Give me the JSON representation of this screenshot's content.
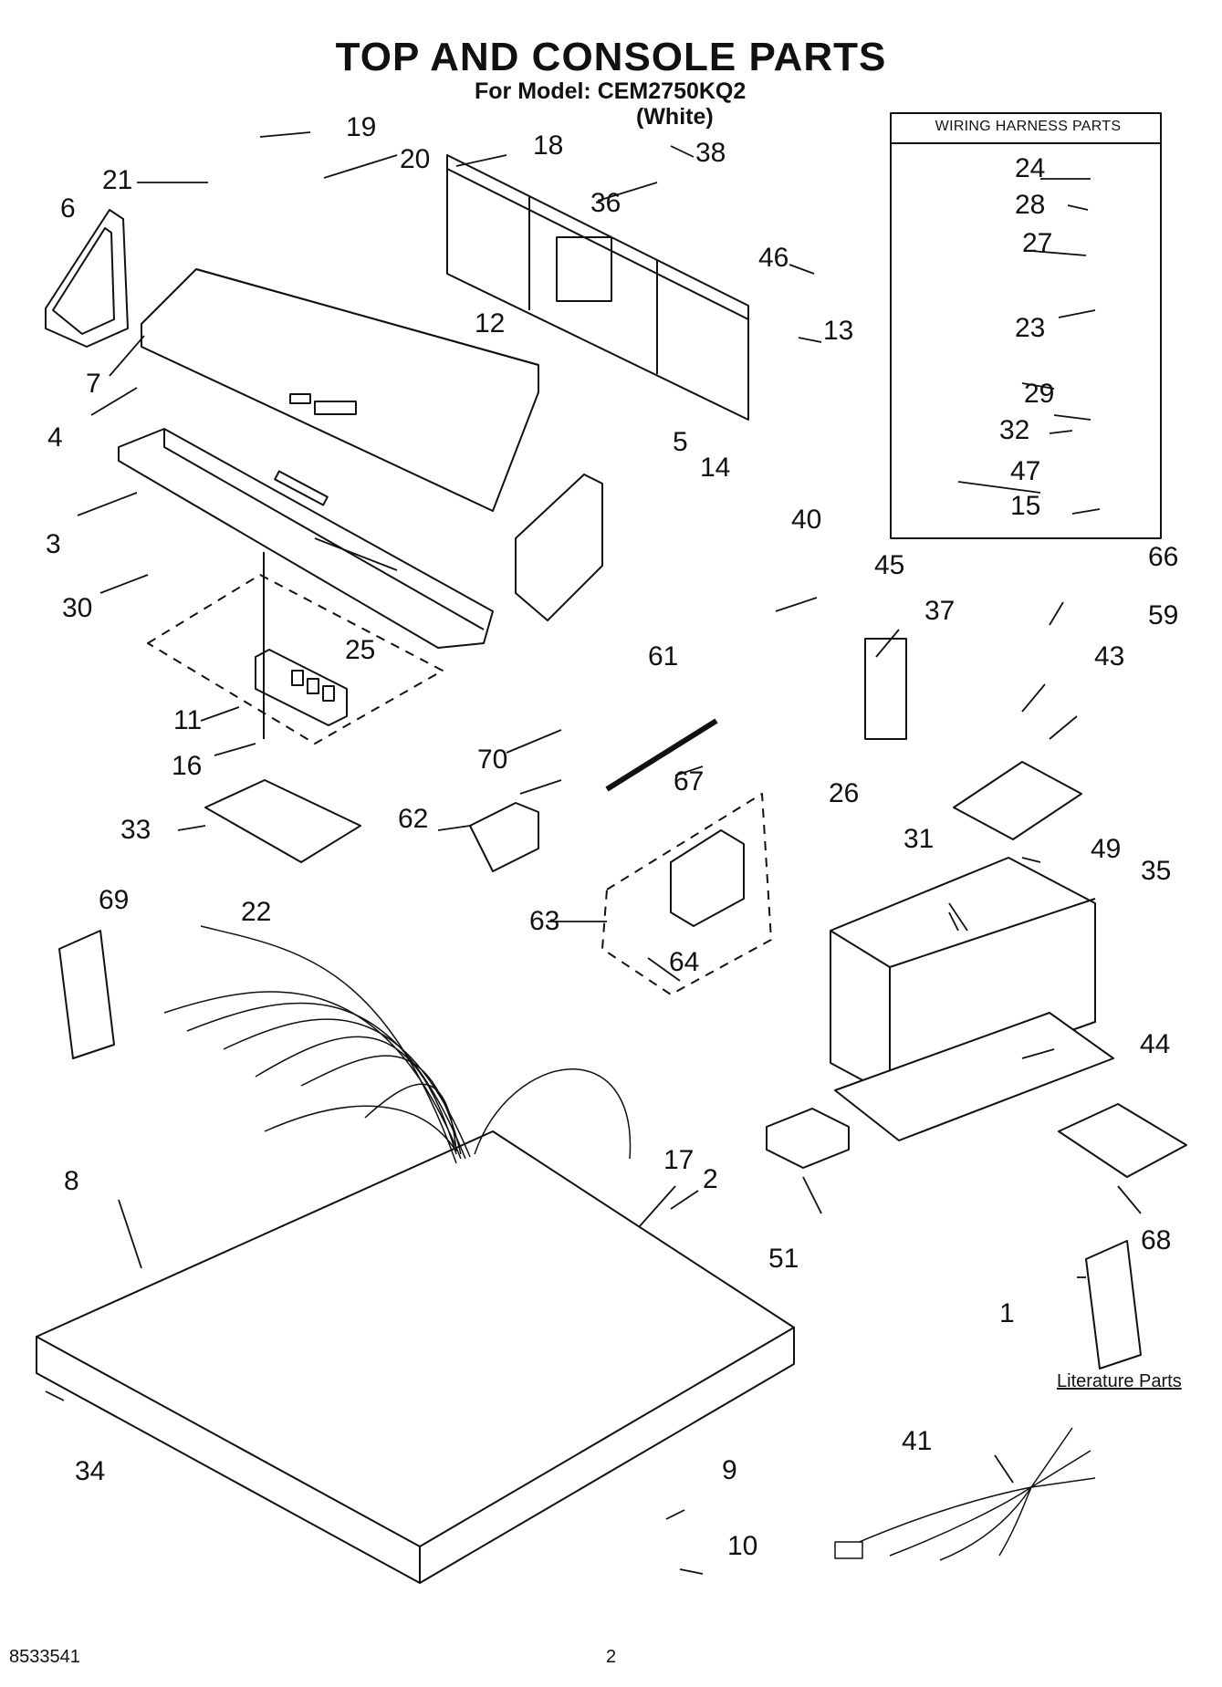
{
  "title": "TOP AND CONSOLE PARTS",
  "model_line": "For Model: CEM2750KQ2",
  "variant": "(White)",
  "wiring_box_title": "WIRING HARNESS PARTS",
  "literature_label": "Literature Parts",
  "footer": {
    "doc_number": "8533541",
    "page_number": "2"
  },
  "callouts": [
    "1",
    "2",
    "3",
    "4",
    "5",
    "6",
    "7",
    "8",
    "9",
    "10",
    "11",
    "12",
    "13",
    "14",
    "15",
    "16",
    "17",
    "18",
    "19",
    "20",
    "21",
    "22",
    "23",
    "24",
    "25",
    "26",
    "27",
    "28",
    "29",
    "30",
    "31",
    "32",
    "33",
    "34",
    "35",
    "36",
    "37",
    "38",
    "40",
    "41",
    "43",
    "44",
    "45",
    "46",
    "47",
    "49",
    "51",
    "59",
    "61",
    "62",
    "63",
    "64",
    "66",
    "67",
    "68",
    "69",
    "70"
  ]
}
